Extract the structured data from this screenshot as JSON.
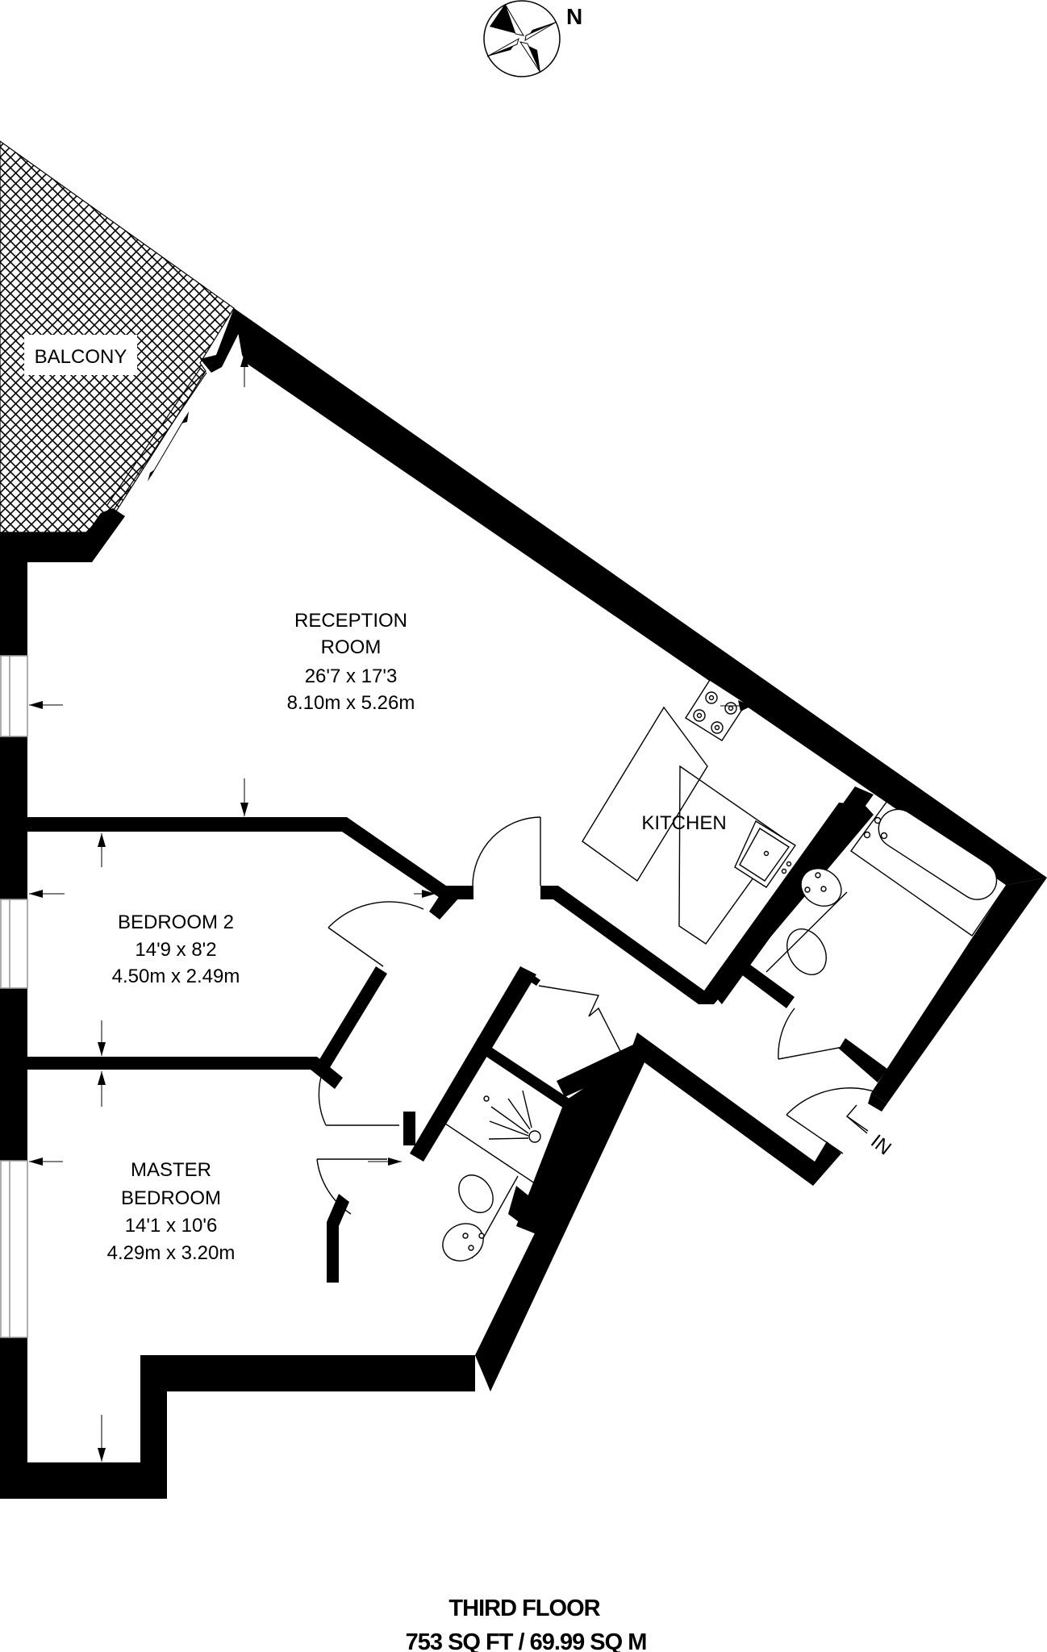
{
  "compass": {
    "north_label": "N",
    "icon": "compass-rose-icon"
  },
  "rooms": {
    "balcony": {
      "name": "BALCONY"
    },
    "reception": {
      "name_line1": "RECEPTION",
      "name_line2": "ROOM",
      "imperial": "26'7 x 17'3",
      "metric": "8.10m x 5.26m"
    },
    "kitchen": {
      "name": "KITCHEN"
    },
    "bedroom2": {
      "name": "BEDROOM 2",
      "imperial": "14'9 x 8'2",
      "metric": "4.50m x 2.49m"
    },
    "master": {
      "name_line1": "MASTER",
      "name_line2": "BEDROOM",
      "imperial": "14'1 x 10'6",
      "metric": "4.29m x 3.20m"
    }
  },
  "entrance": {
    "label": "IN",
    "icon": "entrance-arrow-icon"
  },
  "fixtures": [
    "hob-icon",
    "kitchen-sink-icon",
    "bathtub-icon",
    "basin-icon",
    "toilet-icon",
    "shower-icon"
  ],
  "footer": {
    "floor": "THIRD FLOOR",
    "area": "753 SQ FT / 69.99 SQ M"
  },
  "colors": {
    "wall": "#000000",
    "background": "#ffffff",
    "window": "#9a9a9a"
  }
}
